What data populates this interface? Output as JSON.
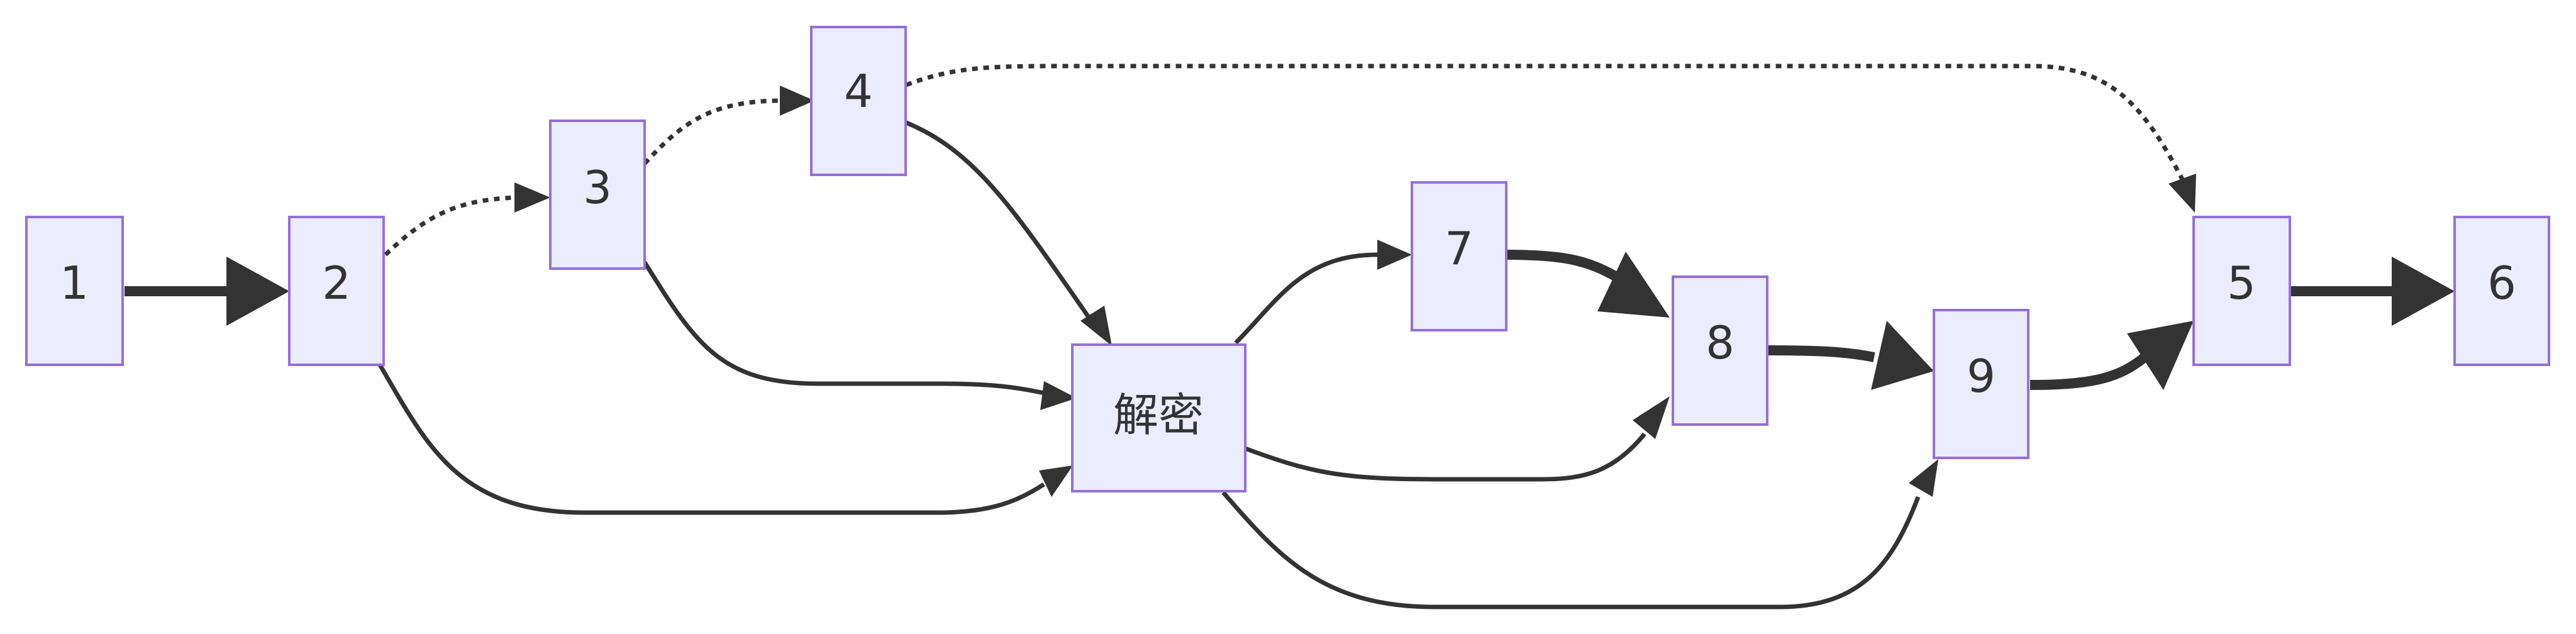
{
  "colors": {
    "node_fill": "#ececff",
    "node_stroke": "#9370db",
    "edge": "#333333",
    "text": "#333333"
  },
  "nodes": [
    {
      "id": "n1",
      "label": "1"
    },
    {
      "id": "n2",
      "label": "2"
    },
    {
      "id": "n3",
      "label": "3"
    },
    {
      "id": "n4",
      "label": "4"
    },
    {
      "id": "decrypt",
      "label": "解密"
    },
    {
      "id": "n7",
      "label": "7"
    },
    {
      "id": "n8",
      "label": "8"
    },
    {
      "id": "n9",
      "label": "9"
    },
    {
      "id": "n5",
      "label": "5"
    },
    {
      "id": "n6",
      "label": "6"
    }
  ],
  "edges": [
    {
      "from": "n1",
      "to": "n2",
      "style": "thick"
    },
    {
      "from": "n2",
      "to": "n3",
      "style": "dotted"
    },
    {
      "from": "n2",
      "to": "decrypt",
      "style": "normal"
    },
    {
      "from": "n3",
      "to": "n4",
      "style": "dotted"
    },
    {
      "from": "n3",
      "to": "decrypt",
      "style": "normal"
    },
    {
      "from": "n4",
      "to": "decrypt",
      "style": "normal"
    },
    {
      "from": "n4",
      "to": "n5",
      "style": "dotted"
    },
    {
      "from": "decrypt",
      "to": "n7",
      "style": "normal"
    },
    {
      "from": "decrypt",
      "to": "n8",
      "style": "normal"
    },
    {
      "from": "decrypt",
      "to": "n9",
      "style": "normal"
    },
    {
      "from": "n7",
      "to": "n8",
      "style": "thick"
    },
    {
      "from": "n8",
      "to": "n9",
      "style": "thick"
    },
    {
      "from": "n9",
      "to": "n5",
      "style": "thick"
    },
    {
      "from": "n5",
      "to": "n6",
      "style": "thick"
    }
  ]
}
